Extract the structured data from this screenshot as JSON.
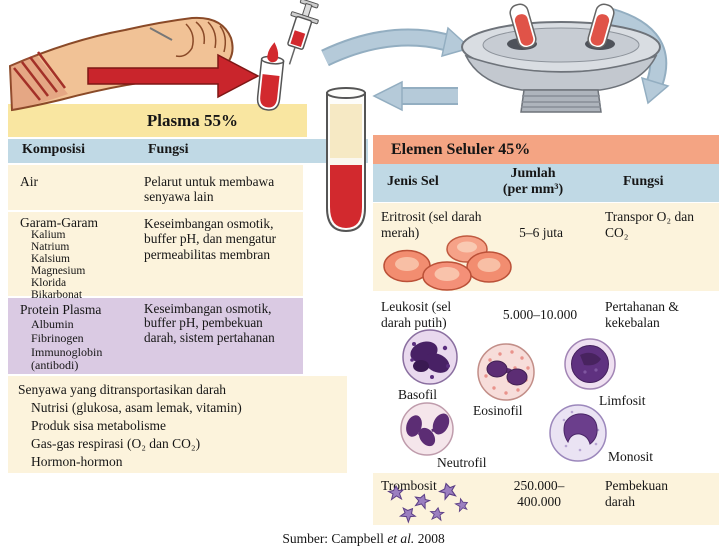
{
  "plasma_table": {
    "title": "Plasma 55%",
    "headers": [
      "Komposisi",
      "Fungsi"
    ],
    "rows": {
      "air": {
        "name": "Air",
        "fungsi": "Pelarut untuk membawa senyawa lain"
      },
      "garam": {
        "name": "Garam-Garam",
        "items": [
          "Kalium",
          "Natrium",
          "Kalsium",
          "Magnesium",
          "Klorida",
          "Bikarbonat"
        ],
        "fungsi": "Keseimbangan osmotik, buffer pH, dan mengatur permeabilitas membran"
      },
      "protein": {
        "name": "Protein Plasma",
        "items": [
          "Albumin",
          "Fibrinogen",
          "Immunoglobin (antibodi)"
        ],
        "fungsi": "Keseimbangan osmotik, buffer pH, pembekuan darah, sistem pertahanan"
      },
      "senyawa": {
        "name": "Senyawa yang ditransportasikan darah",
        "items": [
          "Nutrisi (glukosa, asam lemak, vitamin)",
          "Produk sisa metabolisme",
          "Gas-gas respirasi (O₂ dan CO₂)",
          "Hormon-hormon"
        ]
      }
    }
  },
  "seluler_table": {
    "title": "Elemen Seluler 45%",
    "headers": [
      "Jenis Sel",
      "Jumlah (per mm³)",
      "Fungsi"
    ],
    "rows": {
      "eritrosit": {
        "jenis": "Eritrosit (sel darah merah)",
        "jumlah": "5–6 juta",
        "fungsi": "Transpor O₂ dan CO₂"
      },
      "leukosit": {
        "jenis": "Leukosit (sel darah putih)",
        "jumlah": "5.000–10.000",
        "fungsi": "Pertahanan & kekebalan",
        "cells": [
          "Basofil",
          "Eosinofil",
          "Limfosit",
          "Neutrofil",
          "Monosit"
        ]
      },
      "trombosit": {
        "jenis": "Trombosit",
        "jumlah": "250.000–400.000",
        "fungsi": "Pembekuan darah"
      }
    }
  },
  "caption": {
    "prefix": "Sumber: Campbell ",
    "etal": "et al.",
    "suffix": " 2008"
  },
  "colors": {
    "plasma_header": "#F9E6A1",
    "seluler_header": "#F4A483",
    "column_header_blue": "#C0D9E5",
    "row_cream": "#FCF3DC",
    "row_purple": "#DACAE3",
    "blood_red": "#CC2229",
    "arrow_blue": "#B5CAD9"
  }
}
